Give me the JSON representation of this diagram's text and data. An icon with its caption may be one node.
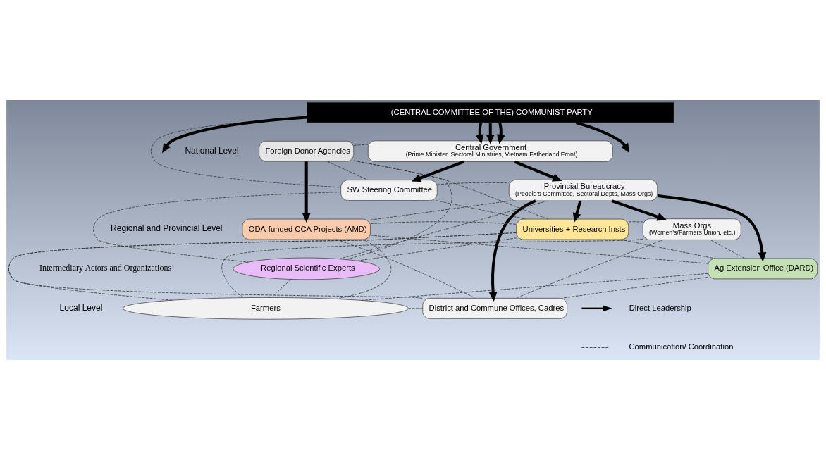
{
  "diagram": {
    "nodes": [
      {
        "text": [
          "(CENTRAL COMMITTEE OF THE) COMMUNIST PARTY"
        ]
      },
      {
        "text": [
          "Foreign Donor Agencies"
        ]
      },
      {
        "text": [
          "Central Government",
          "(Prime Minister, Sectoral Ministries, Vietnam Fatherland Front)"
        ]
      },
      {
        "text": [
          "SW Steering Committee"
        ]
      },
      {
        "text": [
          "Provincial Bureaucracy",
          "(People’s Committee, Sectoral Depts, Mass Orgs)"
        ]
      },
      {
        "text": [
          "ODA-funded CCA Projects (AMD)"
        ]
      },
      {
        "text": [
          "Universities + Research Insts"
        ]
      },
      {
        "text": [
          "Regional Scientific Experts"
        ]
      },
      {
        "text": [
          "Ag Extension Office (DARD)"
        ]
      },
      {
        "text": [
          "Mass Orgs",
          "(Women’s/Farmers Union, etc.)"
        ]
      },
      {
        "text": [
          "District and Commune Offices, Cadres"
        ]
      },
      {
        "text": [
          "Farmers"
        ]
      }
    ],
    "edges": [
      {
        "from": 0,
        "to": null,
        "arrow": "to",
        "style": "thick"
      },
      {
        "from": 0,
        "to": 2,
        "arrow": "to",
        "style": "thick"
      },
      {
        "from": 0,
        "to": 2,
        "arrow": "to",
        "style": "thick"
      },
      {
        "from": 0,
        "to": 2,
        "arrow": "to",
        "style": "thick"
      },
      {
        "from": 0,
        "to": null,
        "arrow": "to",
        "style": "thick"
      },
      {
        "from": 0,
        "to": 3,
        "arrow": "none",
        "style": "dashed"
      },
      {
        "from": 1,
        "to": 5,
        "arrow": "to",
        "style": "thick"
      },
      {
        "from": 2,
        "to": 3,
        "arrow": "to",
        "style": "thick"
      },
      {
        "from": 2,
        "to": 4,
        "arrow": "to",
        "style": "thick"
      },
      {
        "from": 4,
        "to": 6,
        "arrow": "to",
        "style": "thick"
      },
      {
        "from": 4,
        "to": 8,
        "arrow": "to",
        "style": "thick"
      },
      {
        "from": 4,
        "to": 9,
        "arrow": "to",
        "style": "thick"
      },
      {
        "from": 4,
        "to": 10,
        "arrow": "to",
        "style": "thick"
      },
      {
        "from": 1,
        "to": 2,
        "arrow": "none",
        "style": "dashed"
      },
      {
        "from": 1,
        "to": 3,
        "arrow": "none",
        "style": "dashed"
      },
      {
        "from": 1,
        "to": 6,
        "arrow": "none",
        "style": "dashed"
      },
      {
        "from": 1,
        "to": 7,
        "arrow": "none",
        "style": "dashed"
      },
      {
        "from": 3,
        "to": 4,
        "arrow": "none",
        "style": "dashed"
      },
      {
        "from": 3,
        "to": 6,
        "arrow": "none",
        "style": "dashed"
      },
      {
        "from": 3,
        "to": 7,
        "arrow": "none",
        "style": "dashed"
      },
      {
        "from": 5,
        "to": 4,
        "arrow": "none",
        "style": "dashed"
      },
      {
        "from": 5,
        "to": 6,
        "arrow": "none",
        "style": "dashed"
      },
      {
        "from": 5,
        "to": 8,
        "arrow": "none",
        "style": "dashed"
      },
      {
        "from": 5,
        "to": 10,
        "arrow": "none",
        "style": "dashed"
      },
      {
        "from": 5,
        "to": 11,
        "arrow": "none",
        "style": "dashed"
      },
      {
        "from": 7,
        "to": 6,
        "arrow": "none",
        "style": "dashed"
      },
      {
        "from": 7,
        "to": 4,
        "arrow": "none",
        "style": "dashed"
      },
      {
        "from": 7,
        "to": 11,
        "arrow": "none",
        "style": "dashed"
      },
      {
        "from": 6,
        "to": 9,
        "arrow": "none",
        "style": "dashed"
      },
      {
        "from": 6,
        "to": 8,
        "arrow": "none",
        "style": "dashed"
      },
      {
        "from": 6,
        "to": 11,
        "arrow": "none",
        "style": "dashed"
      },
      {
        "from": 6,
        "to": 10,
        "arrow": "none",
        "style": "dashed"
      },
      {
        "from": 8,
        "to": 9,
        "arrow": "none",
        "style": "dashed"
      },
      {
        "from": 8,
        "to": 11,
        "arrow": "none",
        "style": "dashed"
      },
      {
        "from": 8,
        "to": 10,
        "arrow": "none",
        "style": "dashed"
      },
      {
        "from": 9,
        "to": 10,
        "arrow": "none",
        "style": "dashed"
      },
      {
        "from": 9,
        "to": 11,
        "arrow": "none",
        "style": "dashed"
      },
      {
        "from": 10,
        "to": 11,
        "arrow": "none",
        "style": "dashed"
      }
    ],
    "labels": [
      "National Level",
      "Regional and Provincial Level",
      "Intermediary Actors and Organizations",
      "Local Level"
    ],
    "legend": [
      {
        "text": "Direct Leadership"
      },
      {
        "text": "Communication/ Coordination"
      }
    ]
  }
}
